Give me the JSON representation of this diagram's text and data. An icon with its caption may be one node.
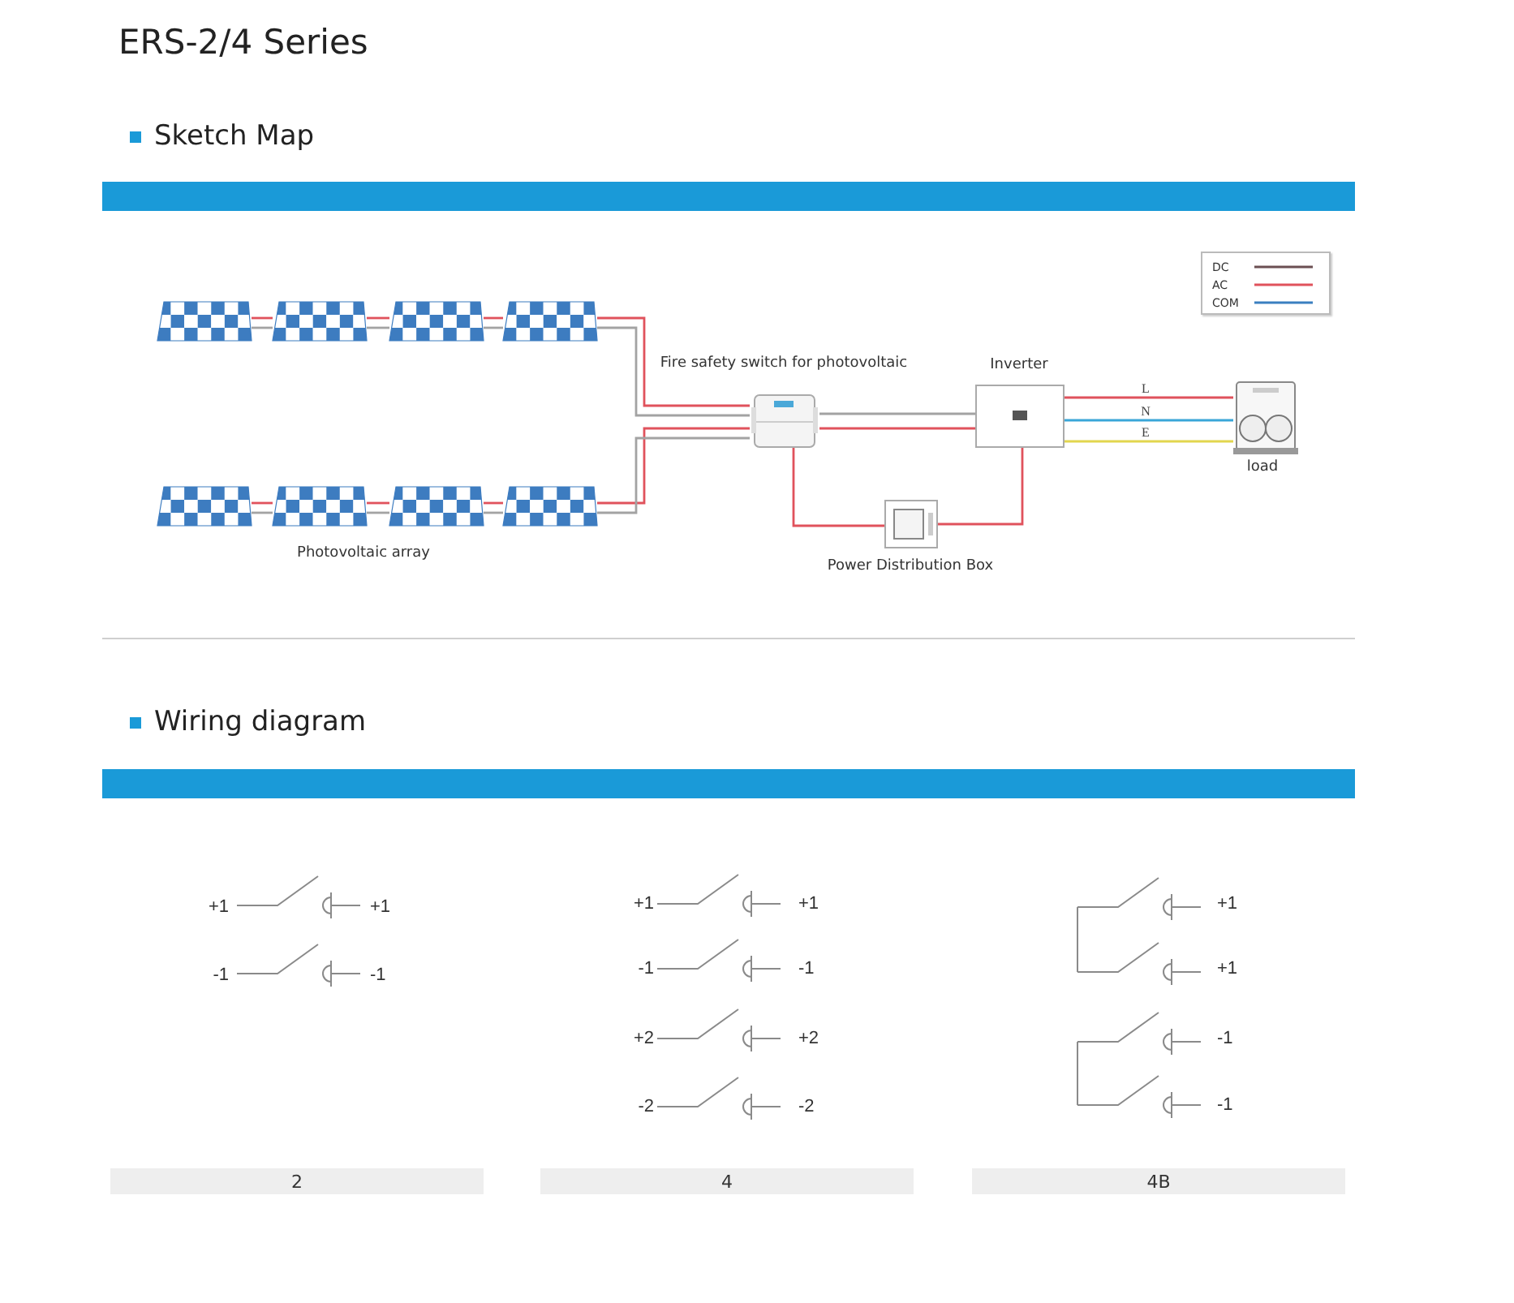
{
  "diagram": {
    "title": "ERS-2/4 Series",
    "nodes": [
      {
        "text": [],
        "shape": "bar"
      },
      {
        "text": [],
        "shape": "picture"
      },
      {
        "text": [],
        "shape": "picture"
      },
      {
        "text": [],
        "shape": "picture"
      },
      {
        "text": [],
        "shape": "picture"
      },
      {
        "text": [],
        "shape": "picture"
      },
      {
        "text": [],
        "shape": "picture"
      },
      {
        "text": [],
        "shape": "picture"
      },
      {
        "text": [],
        "shape": "picture"
      },
      {
        "text": [],
        "shape": "picture",
        "beside": [
          "Fire safety switch for photovoltaic"
        ]
      },
      {
        "text": [],
        "shape": "picture",
        "beside": [
          "Inverter"
        ]
      },
      {
        "text": [],
        "shape": "picture",
        "beside": [
          "load"
        ]
      },
      {
        "text": [],
        "shape": "picture",
        "beside": [
          "Power Distribution Box"
        ]
      },
      {
        "text": [],
        "shape": "bar"
      }
    ],
    "edges": [
      {
        "from": 1,
        "to": 2,
        "arrow": "none",
        "color": "#e0525c"
      },
      {
        "from": 1,
        "to": 2,
        "arrow": "none"
      },
      {
        "from": 2,
        "to": 3,
        "arrow": "none",
        "color": "#e0525c"
      },
      {
        "from": 2,
        "to": 3,
        "arrow": "none"
      },
      {
        "from": 3,
        "to": 4,
        "arrow": "none",
        "color": "#e0525c"
      },
      {
        "from": 3,
        "to": 4,
        "arrow": "none"
      },
      {
        "from": 4,
        "to": 9,
        "arrow": "none",
        "color": "#e0525c"
      },
      {
        "from": 4,
        "to": 9,
        "arrow": "none"
      },
      {
        "from": 5,
        "to": 6,
        "arrow": "none",
        "color": "#e0525c"
      },
      {
        "from": 5,
        "to": 6,
        "arrow": "none"
      },
      {
        "from": 6,
        "to": 7,
        "arrow": "none",
        "color": "#e0525c"
      },
      {
        "from": 6,
        "to": 7,
        "arrow": "none"
      },
      {
        "from": 7,
        "to": 8,
        "arrow": "none",
        "color": "#e0525c"
      },
      {
        "from": 7,
        "to": 8,
        "arrow": "none"
      },
      {
        "from": 8,
        "to": 9,
        "arrow": "none",
        "color": "#e0525c"
      },
      {
        "from": 8,
        "to": 9,
        "arrow": "none"
      },
      {
        "from": 9,
        "to": 10,
        "arrow": "none"
      },
      {
        "from": 9,
        "to": 10,
        "arrow": "none",
        "color": "#e0525c"
      },
      {
        "from": 10,
        "to": 11,
        "arrow": "none",
        "label": "L",
        "color": "#e0525c"
      },
      {
        "from": 10,
        "to": 11,
        "arrow": "none",
        "label": "N",
        "color": "#3aa6d8"
      },
      {
        "from": 10,
        "to": 11,
        "arrow": "none",
        "label": "E",
        "color": "#e2d64e"
      },
      {
        "from": 9,
        "to": 12,
        "arrow": "none",
        "color": "#e0525c"
      },
      {
        "from": 12,
        "to": 10,
        "arrow": "none",
        "color": "#e0525c"
      }
    ],
    "labels": [
      "Sketch Map",
      "Photovoltaic array",
      "Wiring diagram",
      "+1",
      "+1",
      "-1",
      "-1",
      "+1",
      "+1",
      "-1",
      "-1",
      "+2",
      "+2",
      "-2",
      "-2",
      "+1",
      "+1",
      "-1",
      "-1",
      "2",
      "4",
      "4B"
    ],
    "legend": [
      {
        "text": "DC"
      },
      {
        "text": "AC"
      },
      {
        "text": "COM"
      }
    ]
  }
}
